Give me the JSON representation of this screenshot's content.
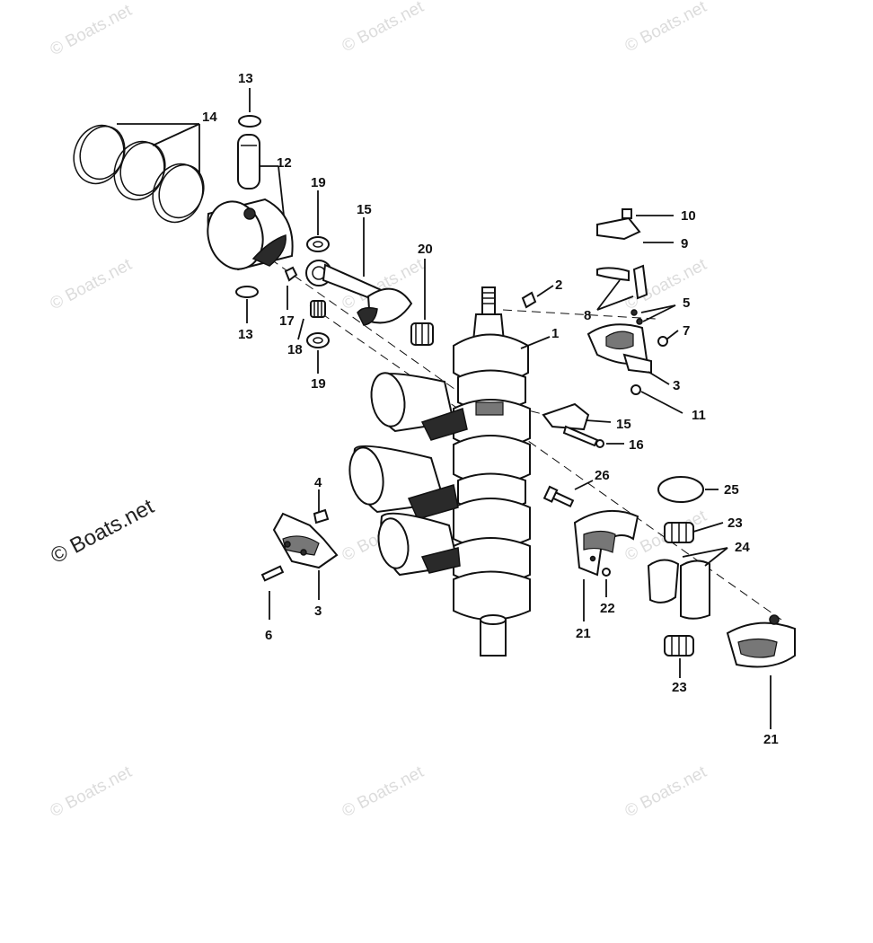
{
  "diagram": {
    "kind": "exploded-parts-diagram",
    "watermark": "© Boats.net",
    "part_numbers": {
      "crankshaft": "1",
      "crankshaft_key": "2",
      "main_bearing_cage_upper": "3",
      "main_bearing_cage_lower": "3",
      "dowel_pin": "4",
      "lockwasher": "5",
      "screw": "6",
      "nut_right": "7",
      "cage_bracket": "8",
      "tab_washer_plate": "9",
      "bolt_top": "10",
      "nut_lower": "11",
      "piston_pin": "12",
      "pin_lock_top": "13",
      "pin_lock_bottom": "13",
      "piston_rings": "14",
      "connecting_rod": "15",
      "rod_cap": "15",
      "rod_bolt": "16",
      "rod_nut": "17",
      "needle_bearing_small": "18",
      "thrust_washer_top": "19",
      "thrust_washer_bottom": "19",
      "rod_needle_bearing": "20",
      "center_main_cage_left": "21",
      "center_main_cage_right": "21",
      "locating_pin": "22",
      "needle_bearing_upper": "23",
      "needle_bearing_lower": "23",
      "bearing_race_halves": "24",
      "retaining_ring": "25",
      "cage_screw": "26"
    }
  }
}
